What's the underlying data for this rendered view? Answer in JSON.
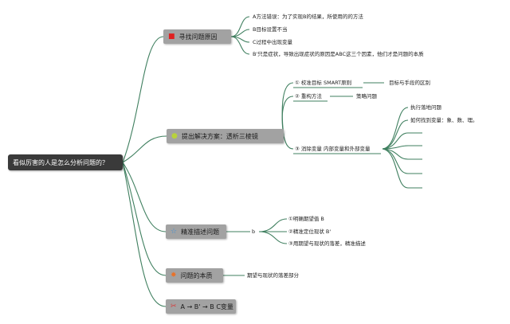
{
  "root": {
    "label": "看似厉害的人是怎么分析问题的？"
  },
  "branches": [
    {
      "label": "寻找问题原因",
      "icon": "red-flag-icon",
      "icon_color": "#e02020",
      "items": [
        "A方法错误：为了实现B的结果，所使用的的方法",
        "B目标设置不当",
        "C过程中出现变量",
        "B'只是症状，导致出现症状的原因是ABC这三个因素，他们才是问题的本质"
      ]
    },
    {
      "label": "提出解决方案：透析三棱镜",
      "icon": "lightbulb-icon",
      "icon_color": "#b8d23c",
      "items": [
        {
          "label": "① 校准目标 SMART原则",
          "note": "目标与手段的区别"
        },
        {
          "label": "② 重构方法",
          "note": "策略问题"
        },
        {
          "label": "③ 消除变量 内部变量和外部变量",
          "sub": [
            "执行落地问题",
            "如何找到变量：象、数、理。",
            "",
            "",
            "",
            "",
            ""
          ]
        }
      ]
    },
    {
      "label": "精准描述问题",
      "icon": "star-icon",
      "icon_color": "#3b8fd6",
      "mid": "b",
      "items": [
        "①明确期望值 B",
        "②精准定位现状 B'",
        "③用期望与现状的落差，精准描述"
      ]
    },
    {
      "label": "问题的本质",
      "icon": "orange-badge-icon",
      "icon_color": "#e8722a",
      "items": [
        "期望与现状的落差部分"
      ]
    },
    {
      "label": "A → B' → B C变量",
      "icon": "wrench-icon",
      "icon_color": "#d83a3a",
      "items": []
    }
  ]
}
